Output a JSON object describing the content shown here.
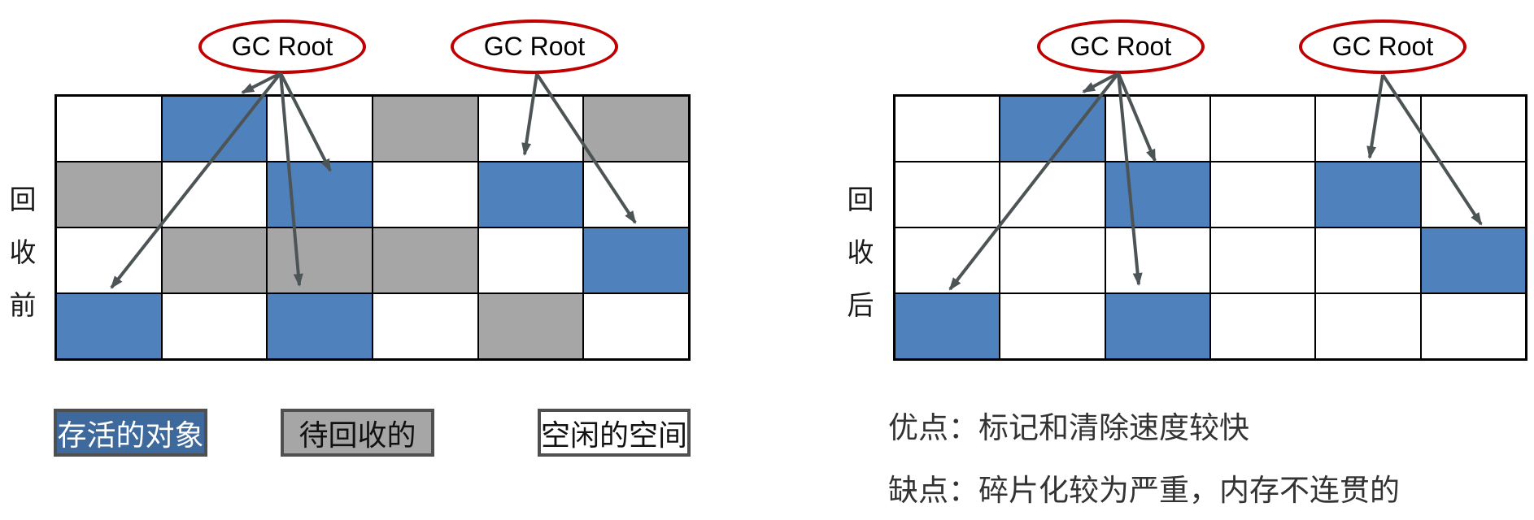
{
  "gc_root_label": "GC Root",
  "left_diagram": {
    "side_label": "回收前",
    "cells": [
      [
        "free",
        "live",
        "free",
        "garbage",
        "free",
        "garbage"
      ],
      [
        "garbage",
        "free",
        "live",
        "free",
        "live",
        "free"
      ],
      [
        "free",
        "garbage",
        "garbage",
        "garbage",
        "free",
        "live"
      ],
      [
        "live",
        "free",
        "live",
        "free",
        "garbage",
        "free"
      ]
    ]
  },
  "right_diagram": {
    "side_label": "回收后",
    "cells": [
      [
        "free",
        "live",
        "free",
        "free",
        "free",
        "free"
      ],
      [
        "free",
        "free",
        "live",
        "free",
        "live",
        "free"
      ],
      [
        "free",
        "free",
        "free",
        "free",
        "free",
        "live"
      ],
      [
        "live",
        "free",
        "live",
        "free",
        "free",
        "free"
      ]
    ]
  },
  "legend": [
    {
      "label": "存活的对象",
      "type": "live"
    },
    {
      "label": "待回收的",
      "type": "garbage"
    },
    {
      "label": "空闲的空间",
      "type": "free"
    }
  ],
  "notes": {
    "advantage": "优点：标记和清除速度较快",
    "disadvantage": "缺点：碎片化较为严重，内存不连贯的"
  },
  "colors": {
    "live_cell": "#4F81BD",
    "garbage_cell": "#A6A6A6",
    "free_cell": "#FFFFFF",
    "legend_live_fill": "#3D699C",
    "grid_line": "#000000",
    "ellipse_stroke": "#C00000",
    "arrow": "#4D5456",
    "note_text": "#333333"
  }
}
